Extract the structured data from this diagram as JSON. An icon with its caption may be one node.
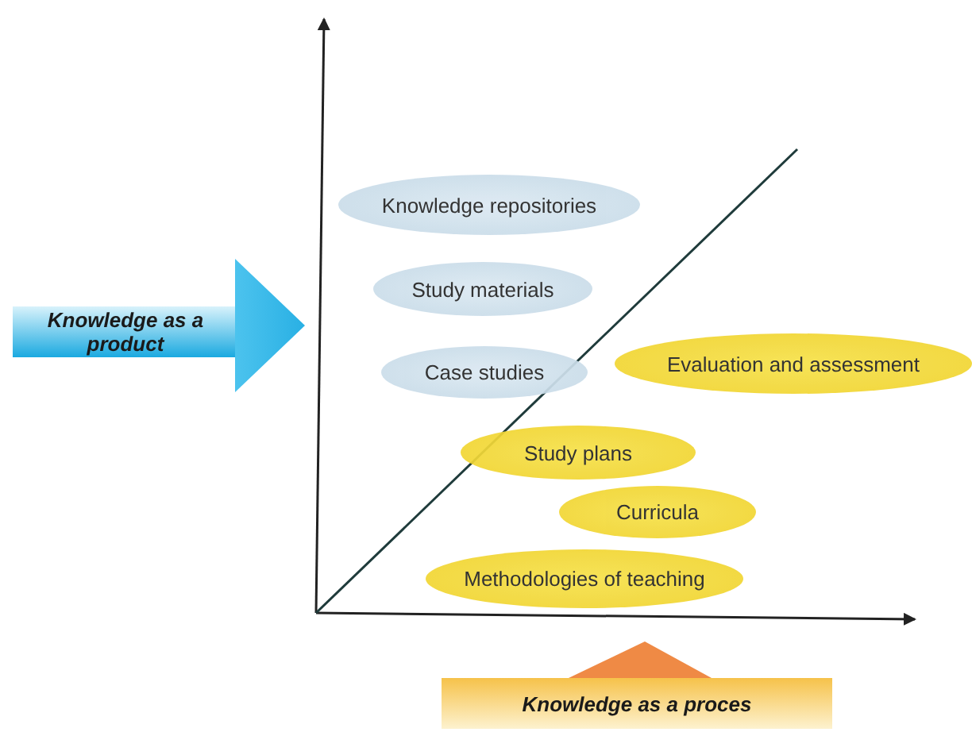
{
  "diagram": {
    "nodes": [
      {
        "text": [
          "Knowledge repositories"
        ]
      },
      {
        "text": [
          "Study materials"
        ]
      },
      {
        "text": [
          "Knowledge as a product"
        ]
      },
      {
        "text": [
          "Evaluation and assessment"
        ]
      },
      {
        "text": [
          "Case studies"
        ]
      },
      {
        "text": [
          "Study plans"
        ]
      },
      {
        "text": [
          "Curricula"
        ]
      },
      {
        "text": [
          "Methodologies of teaching"
        ]
      },
      {
        "text": [
          "Knowledge as a proces"
        ]
      }
    ]
  }
}
